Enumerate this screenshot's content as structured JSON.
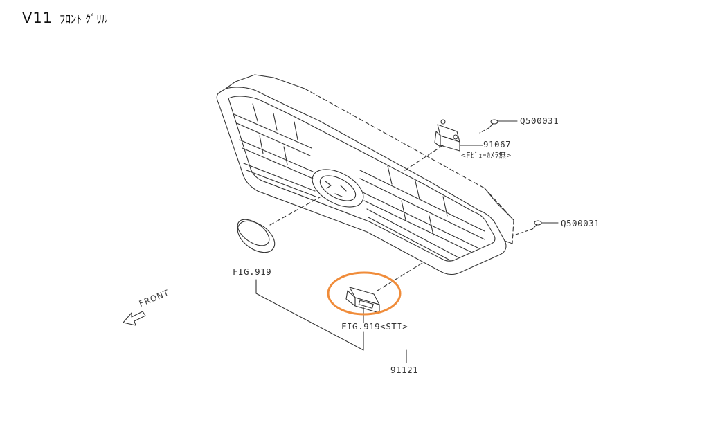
{
  "header": {
    "code": "V11",
    "title": "ﾌﾛﾝﾄ ｸﾞﾘﾙ"
  },
  "callouts": {
    "q500031_top": "Q500031",
    "part_91067": "91067",
    "part_91067_note": "<Fﾋﾞｭｰｶﾒﾗ無>",
    "q500031_right": "Q500031",
    "fig919": "FIG.919",
    "fig919_sti": "FIG.919<STI>",
    "part_91121": "91121"
  },
  "direction": {
    "front_label": "FRONT"
  },
  "colors": {
    "line": "#333333",
    "highlight": "#f08c3a"
  }
}
